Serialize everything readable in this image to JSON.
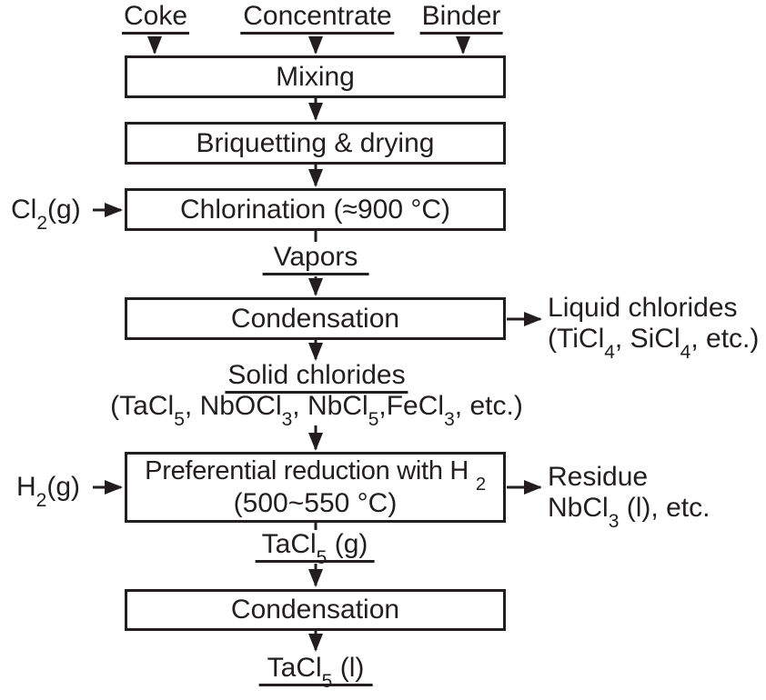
{
  "colors": {
    "ink": "#221e1f",
    "background": "#ffffff"
  },
  "top_inputs": [
    {
      "id": "coke",
      "label": "Coke"
    },
    {
      "id": "concentrate",
      "label": "Concentrate"
    },
    {
      "id": "binder",
      "label": "Binder"
    }
  ],
  "process_boxes": {
    "mixing": {
      "label": "Mixing"
    },
    "briquetting": {
      "label": "Briquetting & drying"
    },
    "chlorination": {
      "label": "Chlorination (≈900 °C)"
    },
    "condensation1": {
      "label": "Condensation"
    },
    "reduction": {
      "line1": "Preferential reduction with H ₂",
      "line2": "(500~550 °C)"
    },
    "condensation2": {
      "label": "Condensation"
    }
  },
  "stream_labels": {
    "vapors": "Vapors",
    "solid_chlorides": "Solid chlorides",
    "solid_chlorides_detail": "(TaCl₅, NbOCl₃, NbCl₅,FeCl₃, etc.)",
    "tacl5_gas": "TaCl₅ (g)",
    "tacl5_liquid": "TaCl₅ (l)"
  },
  "side_inputs": {
    "chlorine": {
      "label": "Cl₂(g)"
    },
    "hydrogen": {
      "label": "H₂(g)"
    }
  },
  "side_outputs": {
    "liquid_chlorides": {
      "line1": "Liquid chlorides",
      "line2": "(TiCl₄, SiCl₄, etc.)"
    },
    "residue": {
      "line1": "Residue",
      "line2": "NbCl₃ (l), etc."
    }
  }
}
